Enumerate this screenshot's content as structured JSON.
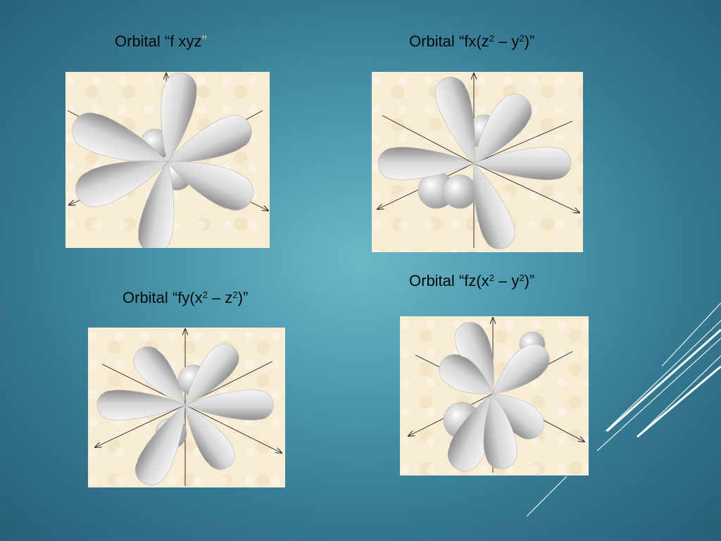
{
  "orbitals": [
    {
      "name": "f xyz",
      "prefix": "Orbital  ",
      "parts": [
        "“f xyz",
        "”"
      ]
    },
    {
      "name": "fx(z2 – y2)",
      "prefix": "Orbital  ",
      "parts": [
        "“fx(z",
        "2",
        " – y",
        "2",
        ")”"
      ]
    },
    {
      "name": "fy(x2 – z2)",
      "prefix": "Orbital  ",
      "parts": [
        "“fy(x",
        "2",
        " – z",
        "2",
        ")”"
      ]
    },
    {
      "name": "fz(x2 – y2)",
      "prefix": "Orbital  ",
      "parts": [
        "“fz(x",
        "2",
        " – y",
        "2",
        ")”"
      ]
    }
  ],
  "colors": {
    "panel_bg": "#f8ecd4",
    "lobe_light": "#f4f4f4",
    "lobe_dark": "#8e8e8e",
    "accent_quote": "#d8c94a"
  }
}
